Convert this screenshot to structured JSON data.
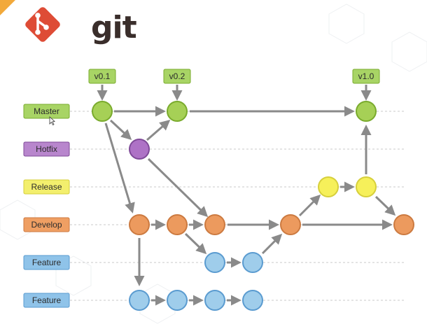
{
  "logo": {
    "text": "git",
    "icon": "git-logo-icon",
    "brand_color": "#de4c36"
  },
  "colors": {
    "master": {
      "fill": "#a6d056",
      "stroke": "#7aab2d",
      "label_fill": "#a8d465"
    },
    "hotfix": {
      "fill": "#ae72c6",
      "stroke": "#7f4a98",
      "label_fill": "#b886cd"
    },
    "release": {
      "fill": "#f6f05a",
      "stroke": "#d6cf3b",
      "label_fill": "#f3ef6d"
    },
    "develop": {
      "fill": "#ec9a5e",
      "stroke": "#cc7a40",
      "label_fill": "#ef9f63"
    },
    "feature": {
      "fill": "#9fcdeb",
      "stroke": "#5a9bd0",
      "label_fill": "#8fc3e9"
    },
    "arrow": "#8a8a8a",
    "lane_line": "#c8c8c8"
  },
  "lanes": [
    {
      "key": "master",
      "label": "Master"
    },
    {
      "key": "hotfix",
      "label": "Hotfix"
    },
    {
      "key": "release",
      "label": "Release"
    },
    {
      "key": "develop",
      "label": "Develop"
    },
    {
      "key": "feature",
      "label": "Feature"
    },
    {
      "key": "feature",
      "label": "Feature"
    }
  ],
  "tags": [
    "v0.1",
    "v0.2",
    "v1.0"
  ]
}
